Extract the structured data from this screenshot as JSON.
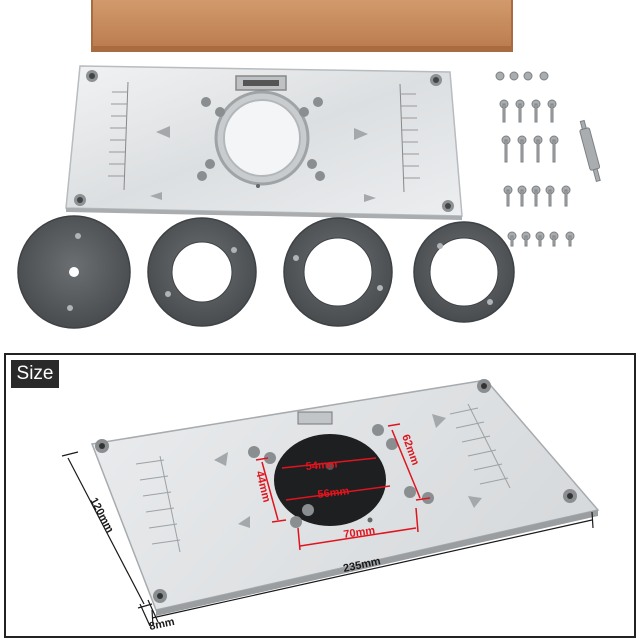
{
  "size_label": "Size",
  "dimensions": {
    "d54": "54mm",
    "d56": "56mm",
    "d70": "70mm",
    "d62": "62mm",
    "d44": "44mm",
    "d120": "120mm",
    "d235": "235mm",
    "d8": "8mm"
  },
  "colors": {
    "dimension_red": "#e0141e",
    "frame_border": "#222222",
    "box_brown": "#c8885a",
    "plate_silver": "#e4e6e8",
    "ring_gray": "#55595c"
  }
}
